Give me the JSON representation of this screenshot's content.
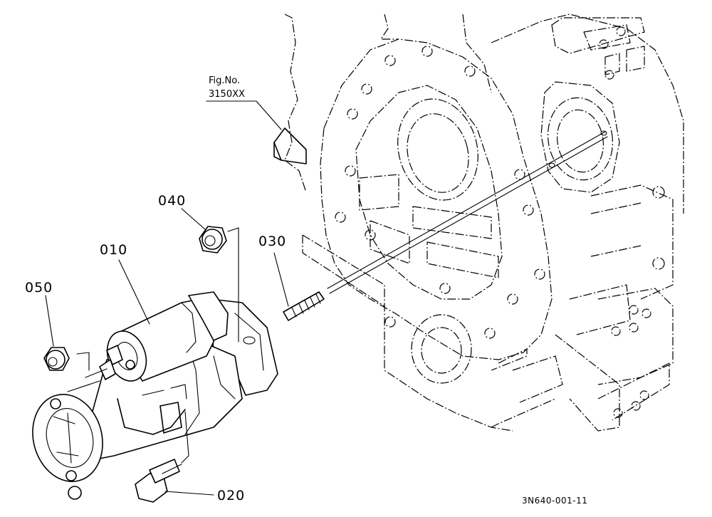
{
  "figure": {
    "reference": {
      "line1": "Fig.No.",
      "line2": "3150XX"
    },
    "drawing_code": "3N640-001-11",
    "parts": [
      {
        "id": "p010",
        "label": "010"
      },
      {
        "id": "p020",
        "label": "020"
      },
      {
        "id": "p030",
        "label": "030"
      },
      {
        "id": "p040",
        "label": "040"
      },
      {
        "id": "p050",
        "label": "050"
      }
    ]
  }
}
